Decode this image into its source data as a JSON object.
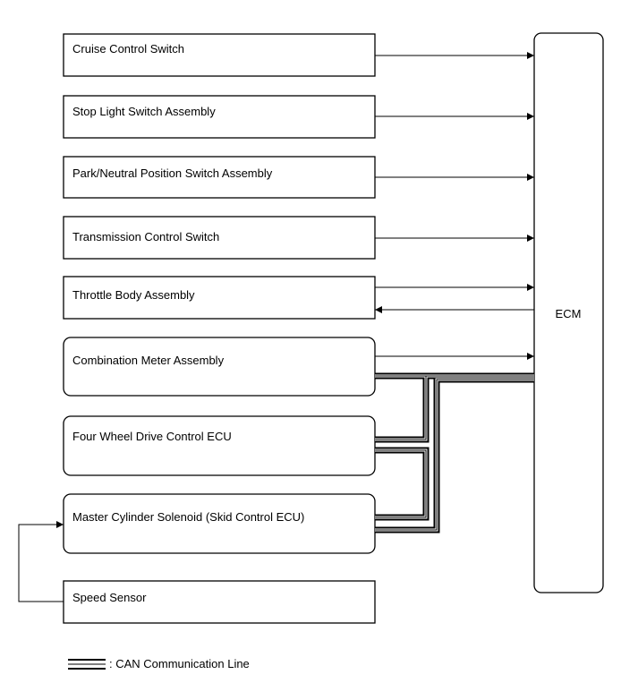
{
  "components": {
    "cruise_control_switch": "Cruise Control Switch",
    "stop_light_switch": "Stop Light Switch Assembly",
    "park_neutral_switch": "Park/Neutral Position Switch Assembly",
    "transmission_control_switch": "Transmission Control Switch",
    "throttle_body": "Throttle Body Assembly",
    "combination_meter": "Combination Meter Assembly",
    "four_wheel_drive_ecu": "Four Wheel Drive Control ECU",
    "master_cylinder_solenoid": "Master Cylinder Solenoid (Skid Control ECU)",
    "speed_sensor": "Speed Sensor"
  },
  "ecm": {
    "label": "ECM"
  },
  "legend": {
    "can_line": ": CAN Communication Line"
  }
}
